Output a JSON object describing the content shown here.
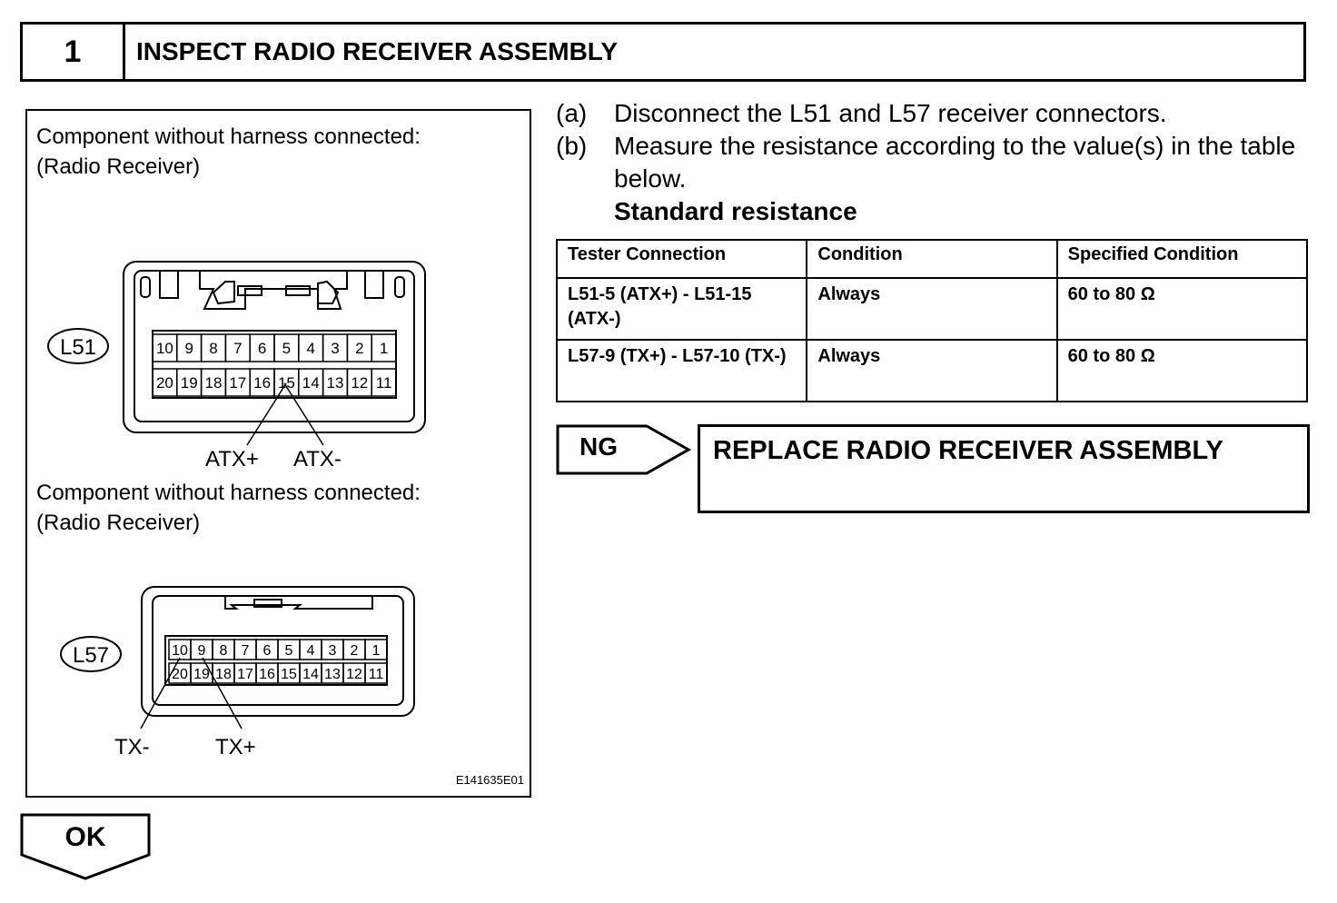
{
  "header": {
    "step_number": "1",
    "title": "INSPECT RADIO RECEIVER ASSEMBLY"
  },
  "illustration": {
    "caption1_line1": "Component without harness connected:",
    "caption1_line2": "(Radio Receiver)",
    "caption2_line1": "Component without harness connected:",
    "caption2_line2": "(Radio Receiver)",
    "connector1": {
      "id": "L51",
      "pins_top": [
        "10",
        "9",
        "8",
        "7",
        "6",
        "5",
        "4",
        "3",
        "2",
        "1"
      ],
      "pins_bottom": [
        "20",
        "19",
        "18",
        "17",
        "16",
        "15",
        "14",
        "13",
        "12",
        "11"
      ],
      "label_plus": "ATX+",
      "label_minus": "ATX-"
    },
    "connector2": {
      "id": "L57",
      "pins_top": [
        "10",
        "9",
        "8",
        "7",
        "6",
        "5",
        "4",
        "3",
        "2",
        "1"
      ],
      "pins_bottom": [
        "20",
        "19",
        "18",
        "17",
        "16",
        "15",
        "14",
        "13",
        "12",
        "11"
      ],
      "label_minus": "TX-",
      "label_plus": "TX+"
    },
    "figure_id": "E141635E01"
  },
  "instructions": {
    "a_label": "(a)",
    "a_text": "Disconnect the L51 and L57 receiver connectors.",
    "b_label": "(b)",
    "b_text": "Measure the resistance according to the value(s) in the table below.",
    "subheading": "Standard resistance"
  },
  "table": {
    "headers": [
      "Tester Connection",
      "Condition",
      "Specified Condition"
    ],
    "rows": [
      [
        "L51-5 (ATX+) - L51-15 (ATX-)",
        "Always",
        "60 to 80 Ω"
      ],
      [
        "L57-9 (TX+) - L57-10 (TX-)",
        "Always",
        "60 to 80 Ω"
      ]
    ]
  },
  "ng": {
    "label": "NG",
    "action": "REPLACE RADIO RECEIVER ASSEMBLY"
  },
  "ok": {
    "label": "OK"
  }
}
